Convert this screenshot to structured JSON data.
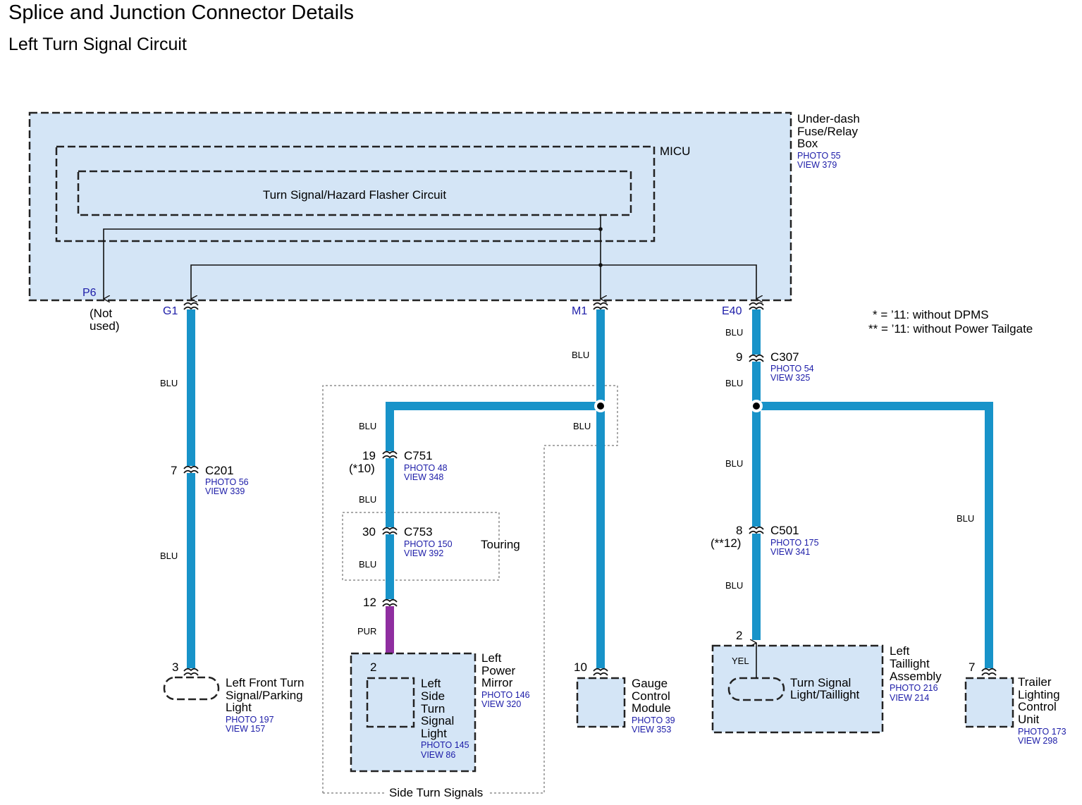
{
  "title": "Splice and Junction Connector Details",
  "subtitle": "Left Turn Signal Circuit",
  "notes": [
    "* =  ’11: without DPMS",
    "** =  ’11: without Power Tailgate"
  ],
  "fuse_box": {
    "name_lines": [
      "Under-dash",
      "Fuse/Relay",
      "Box"
    ],
    "photo": "PHOTO 55",
    "view": "VIEW 379",
    "micu": "MICU",
    "circuit": "Turn Signal/Hazard Flasher Circuit",
    "terminals": [
      "P6",
      "G1",
      "M1",
      "E40"
    ],
    "not_used": [
      "(Not",
      "used)"
    ]
  },
  "wire_colors": {
    "blu": "BLU",
    "pur": "PUR",
    "yel": "YEL"
  },
  "colors": {
    "blue_wire": "#1893c9",
    "purple_wire": "#8f2ea0",
    "box_fill": "#d4e5f6",
    "ref_text": "#1c1ca8"
  },
  "connectors": {
    "c201": {
      "name": "C201",
      "pin": "7",
      "photo": "PHOTO 56",
      "view": "VIEW 339"
    },
    "c751": {
      "name": "C751",
      "pin": "19",
      "alt": "(*10)",
      "photo": "PHOTO 48",
      "view": "VIEW 348"
    },
    "c753": {
      "name": "C753",
      "pin": "30",
      "photo": "PHOTO 150",
      "view": "VIEW 392",
      "group": "Touring"
    },
    "c307": {
      "name": "C307",
      "pin": "9",
      "photo": "PHOTO 54",
      "view": "VIEW 325"
    },
    "c501": {
      "name": "C501",
      "pin": "8",
      "alt": "(**12)",
      "photo": "PHOTO 175",
      "view": "VIEW 341"
    }
  },
  "pin_12": "12",
  "side_group": "Side Turn Signals",
  "components": {
    "front_turn": {
      "pin": "3",
      "lines": [
        "Left Front Turn",
        "Signal/Parking",
        "Light"
      ],
      "photo": "PHOTO 197",
      "view": "VIEW 157"
    },
    "mirror": {
      "lines": [
        "Left",
        "Power",
        "Mirror"
      ],
      "photo": "PHOTO 146",
      "view": "VIEW 320"
    },
    "side_light": {
      "pin": "2",
      "lines": [
        "Left",
        "Side",
        "Turn",
        "Signal",
        "Light"
      ],
      "photo": "PHOTO 145",
      "view": "VIEW 86"
    },
    "gauge": {
      "pin": "10",
      "lines": [
        "Gauge",
        "Control",
        "Module"
      ],
      "photo": "PHOTO 39",
      "view": "VIEW 353"
    },
    "taillight_assy": {
      "pin": "2",
      "lines": [
        "Left",
        "Taillight",
        "Assembly"
      ],
      "photo": "PHOTO 216",
      "view": "VIEW 214",
      "lamp_lines": [
        "Turn Signal",
        "Light/Taillight"
      ]
    },
    "trailer": {
      "pin": "7",
      "lines": [
        "Trailer",
        "Lighting",
        "Control",
        "Unit"
      ],
      "photo": "PHOTO 173",
      "view": "VIEW 298"
    }
  }
}
